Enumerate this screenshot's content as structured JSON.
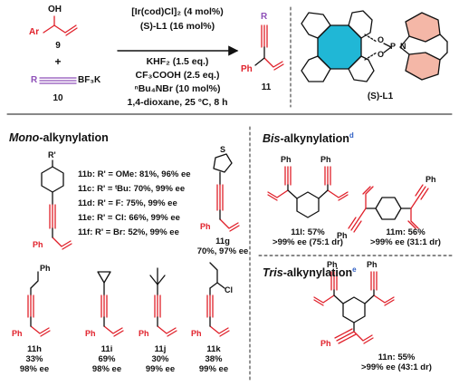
{
  "reaction": {
    "reactant1_label": "9",
    "reactant1_oh": "OH",
    "reactant1_ar": "Ar",
    "plus": "+",
    "reactant2_label": "10",
    "reactant2_r": "R",
    "reactant2_bf3k": "BF₃K",
    "condition_1": "[Ir(cod)Cl]₂ (4 mol%)",
    "condition_2": "(S)-L1 (16 mol%)",
    "condition_3": "KHF₂ (1.5 eq.)",
    "condition_4": "CF₃COOH (2.5 eq.)",
    "condition_5": "ⁿBu₄NBr (10 mol%)",
    "condition_6": "1,4-dioxane, 25 °C, 8 h",
    "product_label": "11",
    "product_r": "R",
    "product_ph": "Ph",
    "ligand_label": "(S)-L1",
    "ligand_p": "P",
    "ligand_o1": "O",
    "ligand_o2": "O",
    "ligand_n": "N",
    "colors": {
      "red": "#e0202a",
      "purple": "#8e4fb8",
      "blue": "#2f5fc4",
      "cyan": "#20b7d6",
      "salmon": "#f4b7a7"
    }
  },
  "mono": {
    "title_italic": "Mono",
    "title_rest": "-alkynylation",
    "sub_r": "R'",
    "ph": "Ph",
    "entries": [
      {
        "id": "11b",
        "sub": "R' = OMe: 81%, 96% ee"
      },
      {
        "id": "11c",
        "sub": "R' = ᵗBu: 70%, 99% ee"
      },
      {
        "id": "11d",
        "sub": "R' = F: 75%, 99% ee"
      },
      {
        "id": "11e",
        "sub": "R' = Cl: 66%, 99% ee"
      },
      {
        "id": "11f",
        "sub": "R' = Br: 52%, 99% ee"
      }
    ],
    "g": {
      "id": "11g",
      "result": "70%, 97% ee",
      "s": "S"
    },
    "h": {
      "id": "11h",
      "yield": "33%",
      "ee": "98% ee",
      "ph_top": "Ph",
      "ph": "Ph"
    },
    "i": {
      "id": "11i",
      "yield": "69%",
      "ee": "98% ee",
      "ph": "Ph"
    },
    "j": {
      "id": "11j",
      "yield": "30%",
      "ee": "99% ee",
      "ph": "Ph"
    },
    "k": {
      "id": "11k",
      "yield": "38%",
      "ee": "99% ee",
      "ph": "Ph",
      "cl": "Cl"
    }
  },
  "bis": {
    "title_italic": "Bis",
    "title_rest": "-alkynylation",
    "note": "d",
    "l": {
      "id": "11l",
      "yield": "57%",
      "ee_dr": ">99% ee (75:1 dr)",
      "ph1": "Ph",
      "ph2": "Ph"
    },
    "m": {
      "id": "11m",
      "yield": "56%",
      "ee_dr": ">99% ee (31:1 dr)",
      "ph1": "Ph",
      "ph2": "Ph"
    }
  },
  "tris": {
    "title_italic": "Tris",
    "title_rest": "-alkynylation",
    "note": "e",
    "n": {
      "id": "11n",
      "yield": "55%",
      "ee_dr": ">99% ee (43:1 dr)",
      "ph1": "Ph",
      "ph2": "Ph",
      "ph3": "Ph"
    }
  }
}
